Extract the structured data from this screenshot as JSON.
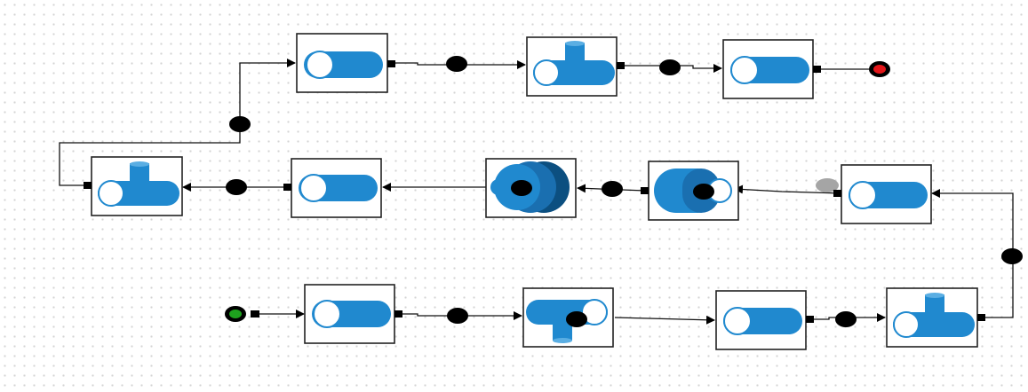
{
  "diagram": {
    "start_color": "#1ea21e",
    "end_color": "#e3161a",
    "pending_color": "#a5a5a5",
    "accent_blue": "#2089cf",
    "components": [
      {
        "id": "row3-start",
        "kind": "start-terminal"
      },
      {
        "id": "row3-n1",
        "kind": "pipe"
      },
      {
        "id": "row3-n2",
        "kind": "tee-down"
      },
      {
        "id": "row3-n3",
        "kind": "pipe"
      },
      {
        "id": "row3-n4",
        "kind": "tee-up"
      },
      {
        "id": "row2-n5",
        "kind": "pipe"
      },
      {
        "id": "row2-n4",
        "kind": "cap"
      },
      {
        "id": "row2-n3",
        "kind": "double-cap"
      },
      {
        "id": "row2-n2",
        "kind": "pipe"
      },
      {
        "id": "row2-n1",
        "kind": "tee-up"
      },
      {
        "id": "row1-n1",
        "kind": "pipe"
      },
      {
        "id": "row1-n2",
        "kind": "tee-up"
      },
      {
        "id": "row1-n3",
        "kind": "pipe"
      },
      {
        "id": "row1-end",
        "kind": "end-terminal"
      }
    ]
  }
}
